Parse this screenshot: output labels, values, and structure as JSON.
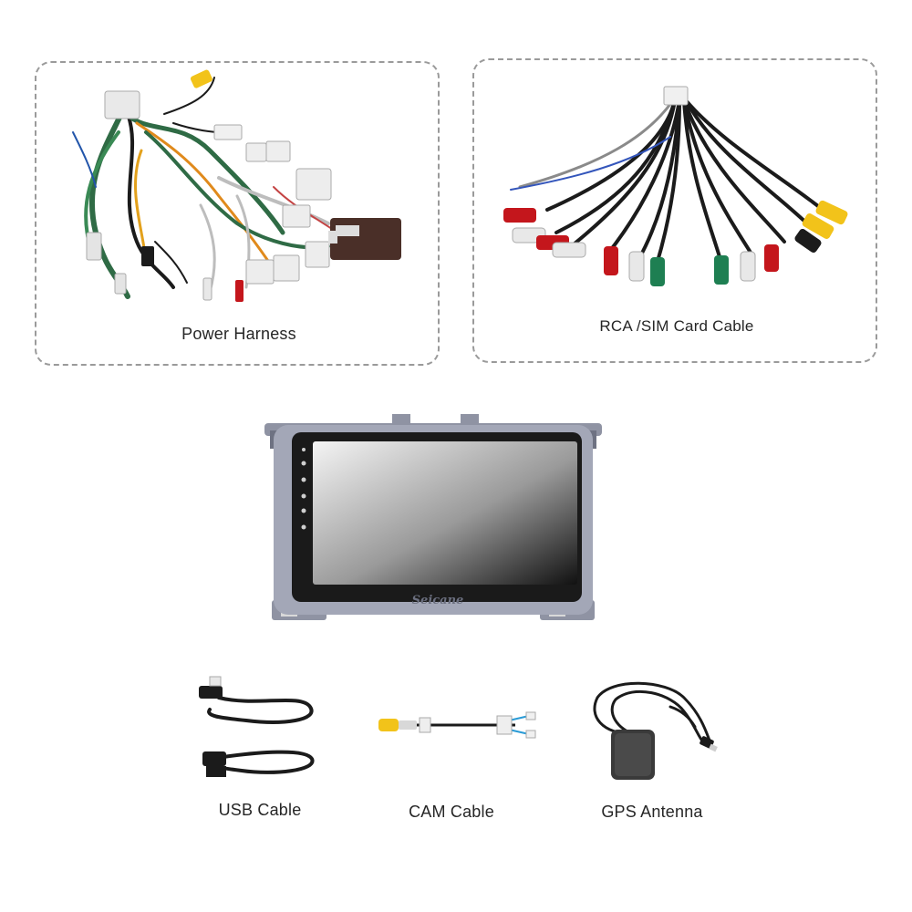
{
  "power_harness": {
    "label": "Power Harness"
  },
  "rca_cable": {
    "label": "RCA /SIM Card Cable"
  },
  "head_unit": {
    "brand": "Seicane"
  },
  "usb_cable": {
    "label": "USB Cable"
  },
  "cam_cable": {
    "label": "CAM Cable"
  },
  "gps_antenna": {
    "label": "GPS Antenna"
  },
  "colors": {
    "border": "#9a9a9a",
    "wire_green": "#2f6b45",
    "wire_black": "#1b1b1b",
    "rca_red": "#c4161c",
    "rca_white": "#e8e8e8",
    "rca_yellow": "#f2c31a",
    "rca_green": "#1e7f52",
    "unit_frame": "#8f93a3"
  }
}
